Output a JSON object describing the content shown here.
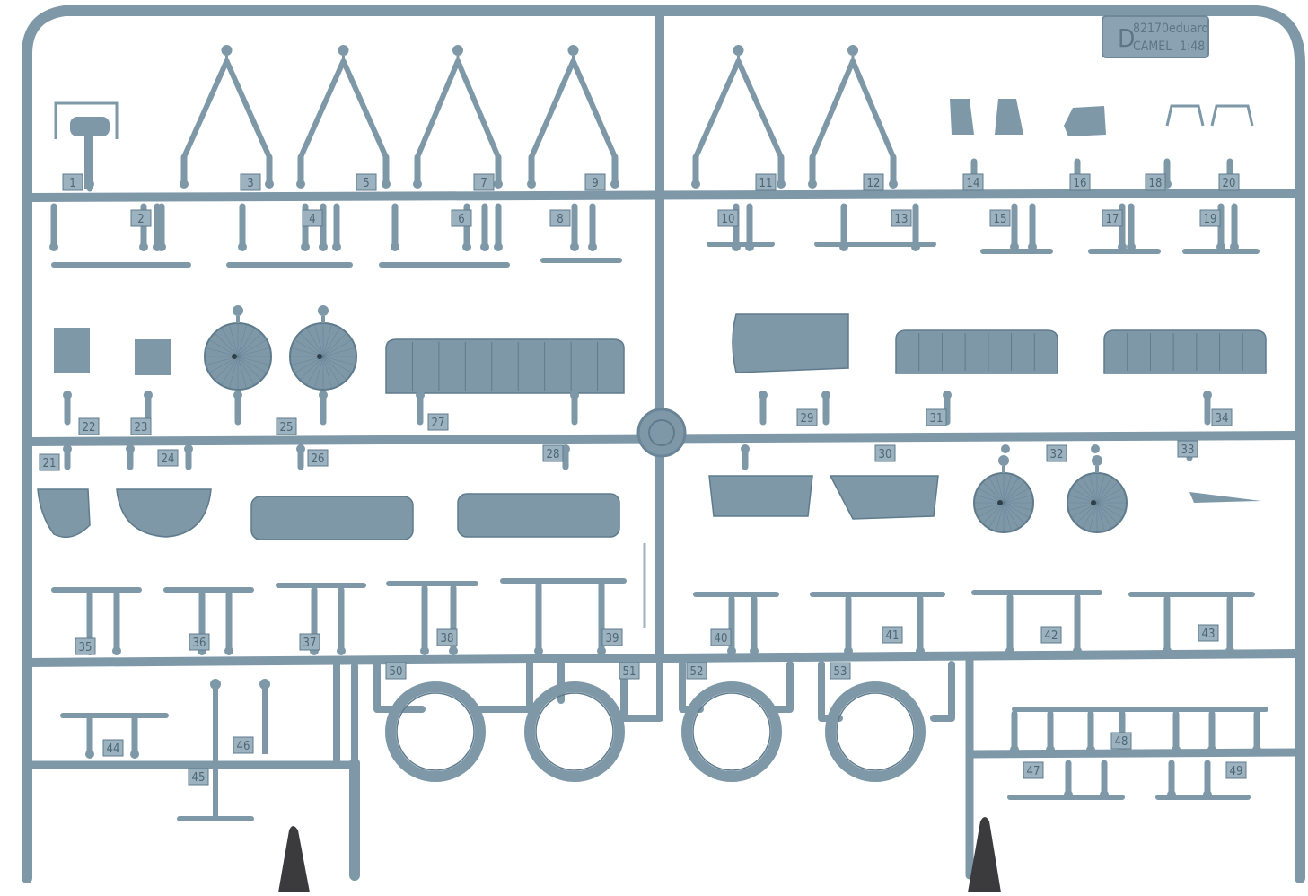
{
  "sprue": {
    "letter": "D",
    "kit_number": "82170",
    "brand": "eduard",
    "model": "CAMEL",
    "scale": "1:48",
    "colors": {
      "plastic": "#7e98a8",
      "plastic_dark": "#5f7b8c",
      "plastic_light": "#9db2bf",
      "stand": "#3b3b3d",
      "background": "#ffffff",
      "label_text": "#4d6675"
    }
  },
  "part_numbers": [
    "1",
    "2",
    "3",
    "4",
    "5",
    "6",
    "7",
    "8",
    "9",
    "10",
    "11",
    "12",
    "13",
    "14",
    "15",
    "16",
    "17",
    "18",
    "19",
    "20",
    "21",
    "22",
    "23",
    "24",
    "25",
    "26",
    "27",
    "28",
    "29",
    "30",
    "31",
    "32",
    "33",
    "34",
    "35",
    "36",
    "37",
    "38",
    "39",
    "40",
    "41",
    "42",
    "43",
    "44",
    "45",
    "46",
    "47",
    "48",
    "49",
    "50",
    "51",
    "52",
    "53"
  ]
}
